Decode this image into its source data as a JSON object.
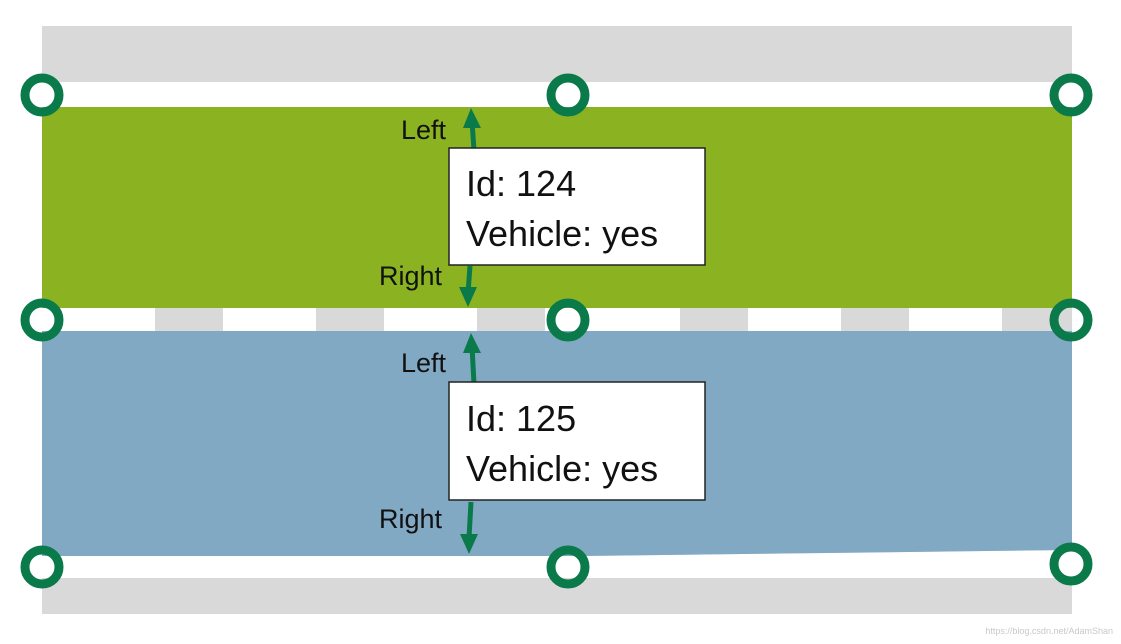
{
  "colors": {
    "road_surface": "#d9d9d9",
    "lane_124": "#8bb321",
    "lane_125": "#82a9c3",
    "node_marker": "#0b7a4b",
    "arrow": "#0b7a4b",
    "lane_marking": "#ffffff"
  },
  "lanes": [
    {
      "key": "lane-124",
      "id_text": "Id: 124",
      "vehicle_text": "Vehicle: yes",
      "left_label": "Left",
      "right_label": "Right"
    },
    {
      "key": "lane-125",
      "id_text": "Id: 125",
      "vehicle_text": "Vehicle: yes",
      "left_label": "Left",
      "right_label": "Right"
    }
  ],
  "icons": [
    "node-marker-icon",
    "up-arrow-icon",
    "down-arrow-icon"
  ],
  "watermark": "https://blog.csdn.net/AdamShan"
}
